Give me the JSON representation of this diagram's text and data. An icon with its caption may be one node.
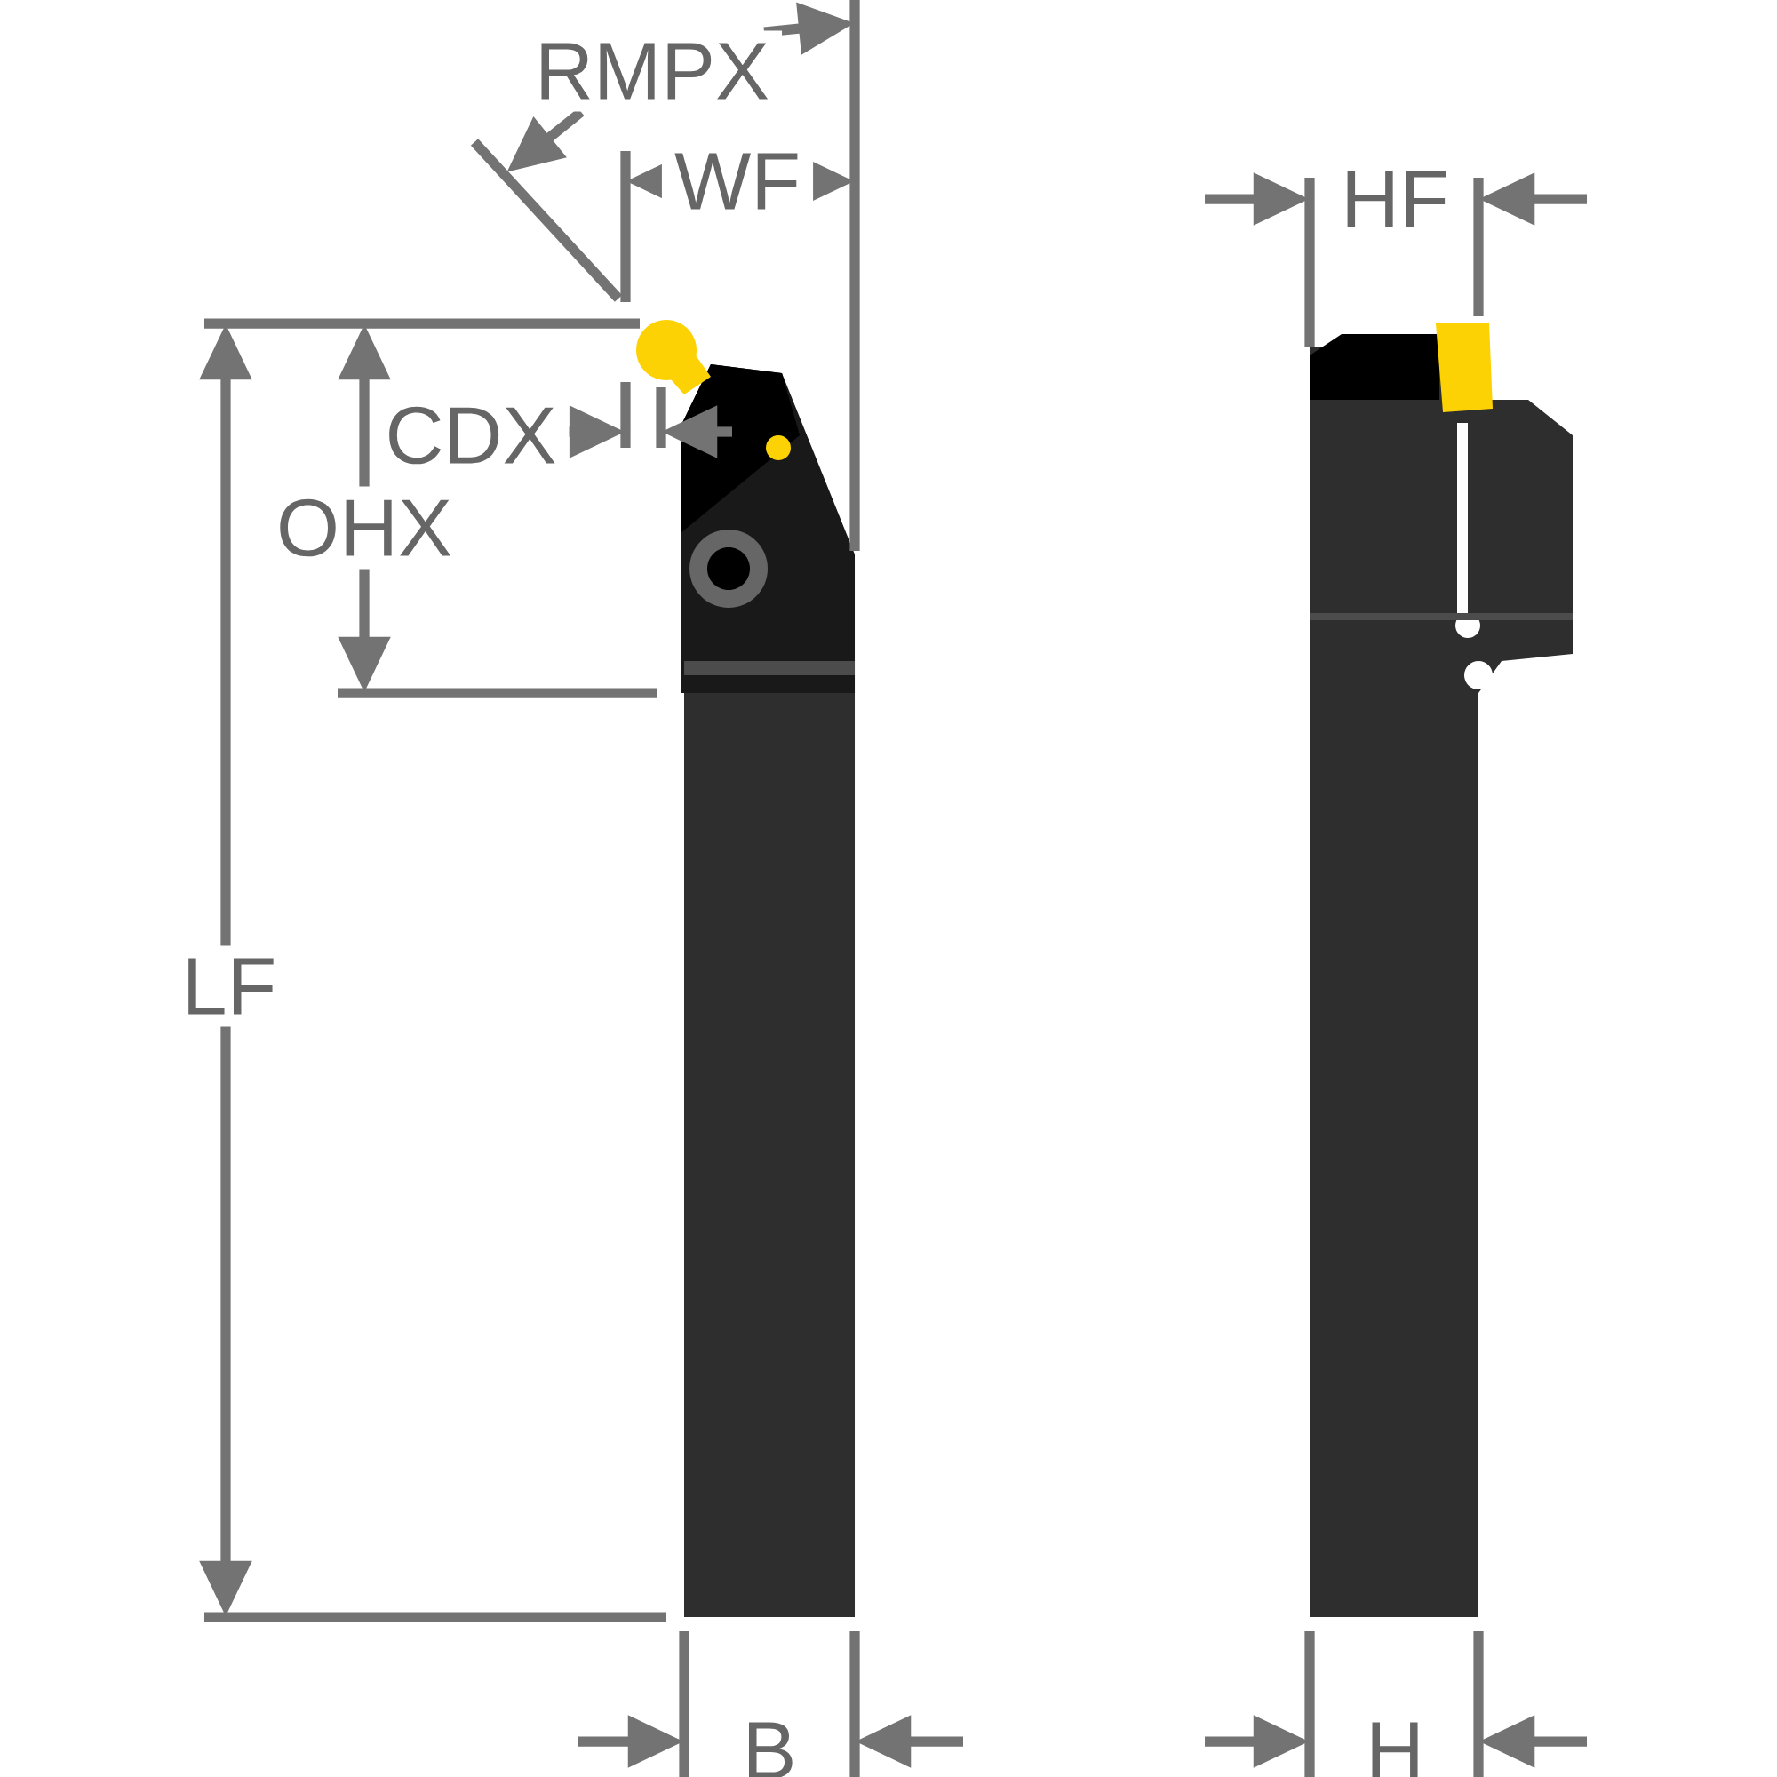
{
  "diagram": {
    "labels": [
      "RMPX",
      "WF",
      "HF",
      "CDX",
      "OHX",
      "LF",
      "B",
      "H"
    ]
  }
}
